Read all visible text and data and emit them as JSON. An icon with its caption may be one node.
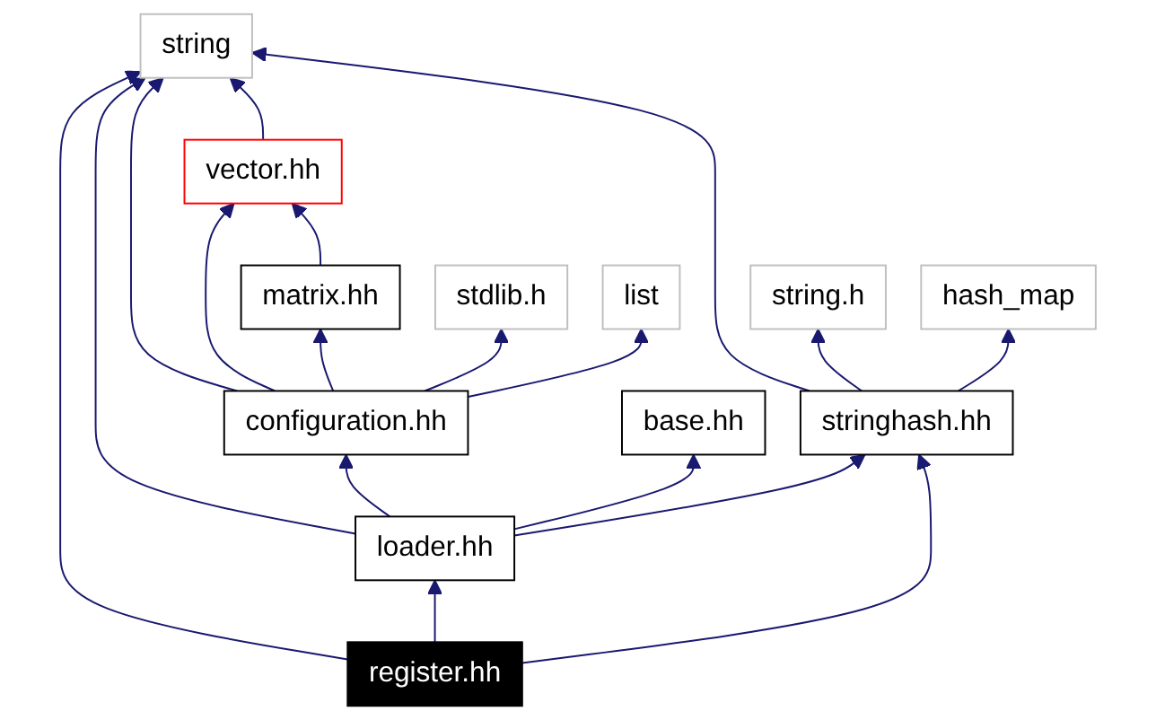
{
  "diagram": {
    "nodes": [
      {
        "text": [
          "string"
        ]
      },
      {
        "text": [
          "vector.hh"
        ]
      },
      {
        "text": [
          "matrix.hh"
        ]
      },
      {
        "text": [
          "stdlib.h"
        ]
      },
      {
        "text": [
          "list"
        ]
      },
      {
        "text": [
          "string.h"
        ]
      },
      {
        "text": [
          "hash_map"
        ]
      },
      {
        "text": [
          "configuration.hh"
        ]
      },
      {
        "text": [
          "base.hh"
        ]
      },
      {
        "text": [
          "stringhash.hh"
        ]
      },
      {
        "text": [
          "loader.hh"
        ]
      },
      {
        "text": [
          "register.hh"
        ]
      }
    ],
    "edges": [
      {
        "from": 1,
        "to": 0,
        "arrow": "to"
      },
      {
        "from": 2,
        "to": 1,
        "arrow": "to"
      },
      {
        "from": 7,
        "to": 0,
        "arrow": "to"
      },
      {
        "from": 7,
        "to": 1,
        "arrow": "to"
      },
      {
        "from": 7,
        "to": 2,
        "arrow": "to"
      },
      {
        "from": 7,
        "to": 3,
        "arrow": "to"
      },
      {
        "from": 7,
        "to": 4,
        "arrow": "to"
      },
      {
        "from": 9,
        "to": 0,
        "arrow": "to"
      },
      {
        "from": 9,
        "to": 5,
        "arrow": "to"
      },
      {
        "from": 9,
        "to": 6,
        "arrow": "to"
      },
      {
        "from": 10,
        "to": 0,
        "arrow": "to"
      },
      {
        "from": 10,
        "to": 7,
        "arrow": "to"
      },
      {
        "from": 10,
        "to": 8,
        "arrow": "to"
      },
      {
        "from": 10,
        "to": 9,
        "arrow": "to"
      },
      {
        "from": 11,
        "to": 0,
        "arrow": "to"
      },
      {
        "from": 11,
        "to": 10,
        "arrow": "to"
      },
      {
        "from": 11,
        "to": 9,
        "arrow": "to"
      }
    ]
  }
}
